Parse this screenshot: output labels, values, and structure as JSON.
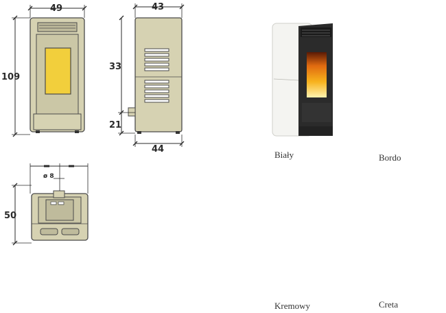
{
  "dimensions": {
    "front_width": "49",
    "front_height": "109",
    "side_depth_top": "43",
    "side_flue_height": "33",
    "side_inlet_height": "21",
    "side_depth_bottom": "44",
    "top_depth": "50",
    "flue_diameter": "ø 8"
  },
  "variants": [
    {
      "name": "Biały",
      "color": "#f4f4f1"
    },
    {
      "name": "Bordo",
      "color": "#8e1a27"
    },
    {
      "name": "Kremowy",
      "color": "#f0e9cf"
    },
    {
      "name": "Creta",
      "color": "#e8e2d2"
    }
  ],
  "colors": {
    "drawing_body": "#d6d2b2",
    "drawing_window": "#f2cf3c",
    "drawing_outline": "#4a4a4a"
  }
}
